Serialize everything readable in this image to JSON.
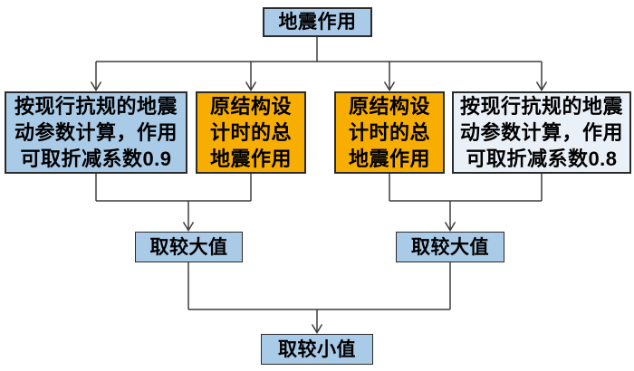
{
  "diagram": {
    "nodes": {
      "root": "地震作用",
      "calc_reduction_09": "按现行抗规的地震\n动参数计算，作用\n可取折减系数0.9",
      "original_design_left": "原结构设\n计时的总\n地震作用",
      "original_design_right": "原结构设\n计时的总\n地震作用",
      "calc_reduction_08": "按现行抗规的地震\n动参数计算，作用\n可取折减系数0.8",
      "take_larger_left": "取较大值",
      "take_larger_right": "取较大值",
      "take_smaller": "取较小值"
    },
    "edges": [
      {
        "from": "root",
        "to": "calc_reduction_09"
      },
      {
        "from": "root",
        "to": "original_design_left"
      },
      {
        "from": "root",
        "to": "original_design_right"
      },
      {
        "from": "root",
        "to": "calc_reduction_08"
      },
      {
        "from": "calc_reduction_09",
        "to": "take_larger_left"
      },
      {
        "from": "original_design_left",
        "to": "take_larger_left"
      },
      {
        "from": "original_design_right",
        "to": "take_larger_right"
      },
      {
        "from": "calc_reduction_08",
        "to": "take_larger_right"
      },
      {
        "from": "take_larger_left",
        "to": "take_smaller"
      },
      {
        "from": "take_larger_right",
        "to": "take_smaller"
      }
    ],
    "colors": {
      "node_blue": "#A9CBE8",
      "node_orange": "#F7AE00",
      "node_pale_blue": "#EAF0F8",
      "node_border": "#2B2B2B",
      "connector_line": "#3D3D3D"
    }
  }
}
